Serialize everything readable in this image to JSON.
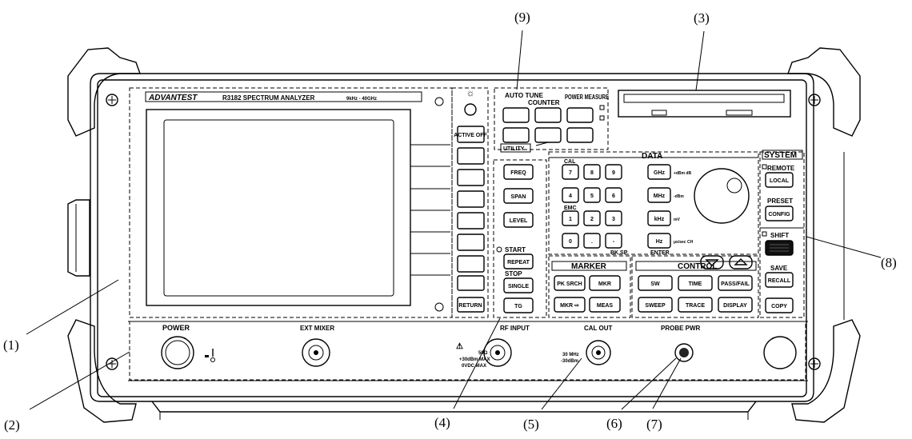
{
  "callouts": {
    "c1": "(1)",
    "c2": "(2)",
    "c3": "(3)",
    "c4": "(4)",
    "c5": "(5)",
    "c6": "(6)",
    "c7": "(7)",
    "c8": "(8)",
    "c9": "(9)"
  },
  "header": {
    "brand": "ADVANTEST",
    "model": "R3182 SPECTRUM ANALYZER",
    "range": "9kHz - 40GHz"
  },
  "softkeys": {
    "active_off": "ACTIVE OFF",
    "return": "RETURN"
  },
  "top_keys": {
    "auto_tune": "AUTO TUNE",
    "counter": "COUNTER",
    "power_measure": "POWER MEASURE",
    "utility": "UTILITY"
  },
  "main_keys": {
    "freq": "FREQ",
    "span": "SPAN",
    "level": "LEVEL",
    "start": "START",
    "repeat": "REPEAT",
    "stop": "STOP",
    "single": "SINGLE",
    "tg": "TG"
  },
  "data": {
    "title": "DATA",
    "cal": "CAL",
    "emc": "EMC",
    "bksp": "BK SP",
    "enter": "ENTER",
    "keys": [
      "7",
      "8",
      "9",
      "4",
      "5",
      "6",
      "1",
      "2",
      "3",
      "0",
      ".",
      "-"
    ],
    "units": [
      "GHz",
      "MHz",
      "kHz",
      "Hz"
    ],
    "unit_notes": [
      "+dBm dB",
      "-dBm",
      "mV",
      "μs/sec CH"
    ]
  },
  "marker": {
    "title": "MARKER",
    "keys": [
      "PK SRCH",
      "MKR",
      "MKR ⇨",
      "MEAS"
    ]
  },
  "control": {
    "title": "CONTROL",
    "keys": [
      "SW",
      "TIME",
      "PASS/FAIL",
      "SWEEP",
      "TRACE",
      "DISPLAY"
    ]
  },
  "system": {
    "title": "SYSTEM",
    "remote": "REMOTE",
    "local": "LOCAL",
    "preset": "PRESET",
    "config": "CONFIG",
    "shift": "SHIFT",
    "save": "SAVE",
    "recall": "RECALL",
    "copy": "COPY"
  },
  "bottom_panel": {
    "power": "POWER",
    "ext_mixer": "EXT MIXER",
    "rf_input": "RF INPUT",
    "rf_ohm": "50Ω",
    "rf_max1": "+30dBm MAX",
    "rf_max2": "0VDC MAX",
    "cal_out": "CAL OUT",
    "cal_freq": "30 MHz",
    "cal_level": "-30dBm",
    "probe_pwr": "PROBE PWR"
  }
}
